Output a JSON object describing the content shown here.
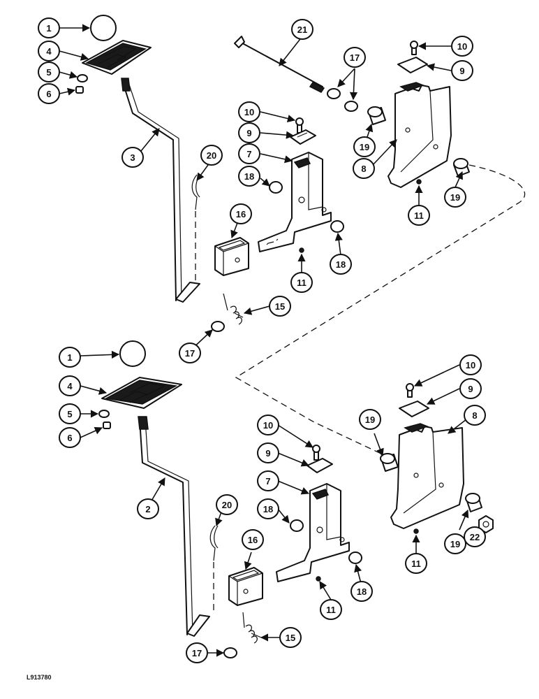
{
  "figure_ref": "L913780",
  "callouts": {
    "top": [
      "1",
      "4",
      "5",
      "6",
      "3",
      "20",
      "16",
      "21",
      "17",
      "10",
      "9",
      "7",
      "18",
      "18",
      "11",
      "10",
      "9",
      "19",
      "8",
      "11",
      "19",
      "15",
      "17"
    ],
    "bottom": [
      "1",
      "4",
      "5",
      "6",
      "2",
      "20",
      "16",
      "10",
      "9",
      "7",
      "18",
      "11",
      "18",
      "15",
      "17",
      "10",
      "9",
      "19",
      "8",
      "19",
      "22",
      "11"
    ]
  }
}
